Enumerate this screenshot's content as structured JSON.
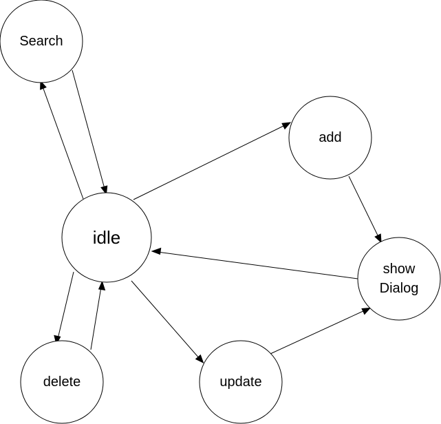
{
  "nodes": {
    "search": {
      "label": "Search"
    },
    "idle": {
      "label": "idle"
    },
    "add": {
      "label": "add"
    },
    "show_dialog": {
      "line1": "show",
      "line2": "Dialog"
    },
    "delete": {
      "label": "delete"
    },
    "update": {
      "label": "update"
    }
  },
  "edges": [
    {
      "from": "idle",
      "to": "search"
    },
    {
      "from": "search",
      "to": "idle"
    },
    {
      "from": "idle",
      "to": "add"
    },
    {
      "from": "add",
      "to": "show_dialog"
    },
    {
      "from": "show_dialog",
      "to": "idle"
    },
    {
      "from": "idle",
      "to": "delete"
    },
    {
      "from": "delete",
      "to": "idle"
    },
    {
      "from": "idle",
      "to": "update"
    },
    {
      "from": "update",
      "to": "show_dialog"
    }
  ]
}
